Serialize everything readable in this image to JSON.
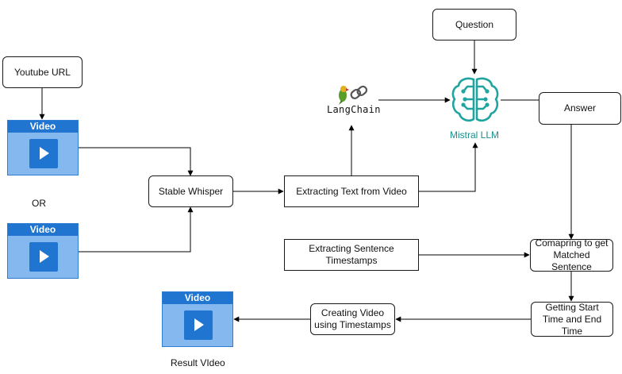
{
  "nodes": {
    "youtube_url": "Youtube URL",
    "video_1": "Video",
    "or": "OR",
    "video_2": "Video",
    "stable_whisper": "Stable Whisper",
    "extracting_text": "Extracting Text from Video",
    "langchain": "LangChain",
    "question": "Question",
    "mistral": "Mistral LLM",
    "answer": "Answer",
    "extracting_timestamps": "Extracting Sentence Timestamps",
    "comparing": "Comapring to get Matched Sentence",
    "start_end": "Getting Start Time and End Time",
    "creating_video": "Creating Video using Timestamps",
    "result_video": "Video",
    "result_label": "Result VIdeo"
  },
  "colors": {
    "video_body": "#85b8ee",
    "video_header": "#1f75cf",
    "mistral_teal": "#20a4a0",
    "parrot_green": "#5a9e2a",
    "line": "#000000"
  },
  "icons": {
    "langchain": "parrot-chain-icon",
    "mistral": "brain-circuit-icon",
    "video": "play-icon"
  }
}
